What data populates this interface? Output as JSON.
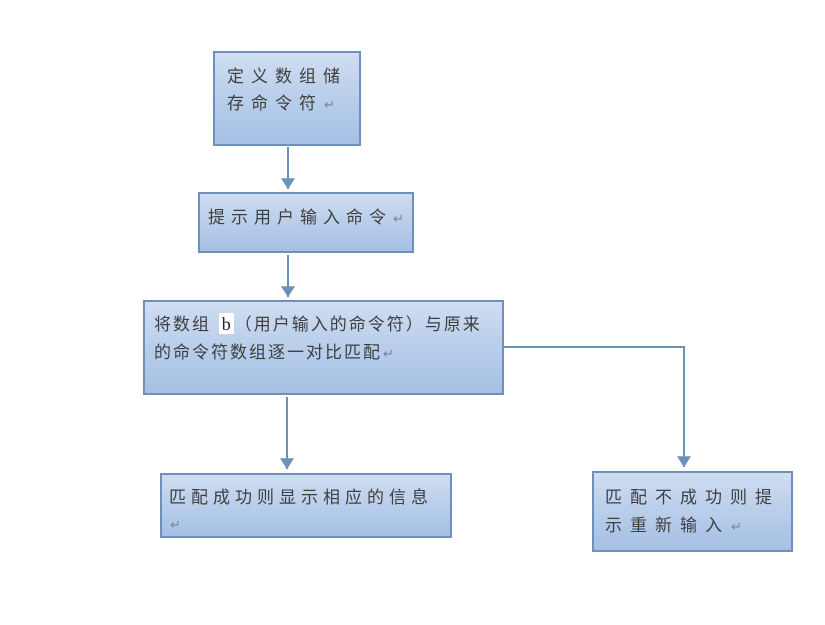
{
  "theme": {
    "background": "#ffffff",
    "box_fill_top": "#d0ddf2",
    "box_fill_bottom": "#a6bfe2",
    "box_border": "#6e90ba",
    "connector_color": "#6b92bb",
    "text_color": "#3f3f3f",
    "variable_highlight_background": "#ffffff"
  },
  "flowchart": {
    "paragraph_mark": "↵",
    "nodes": {
      "define": {
        "label": "定义数组储存命令符"
      },
      "prompt": {
        "label": "提示用户输入命令"
      },
      "compare": {
        "prefix": "将数组 ",
        "variable": "b",
        "suffix": "（用户输入的命令符）与原来的命令符数组逐一对比匹配"
      },
      "success": {
        "label": "匹配成功则显示相应的信息"
      },
      "fail": {
        "label": "匹配不成功则提示重新输入"
      }
    }
  }
}
